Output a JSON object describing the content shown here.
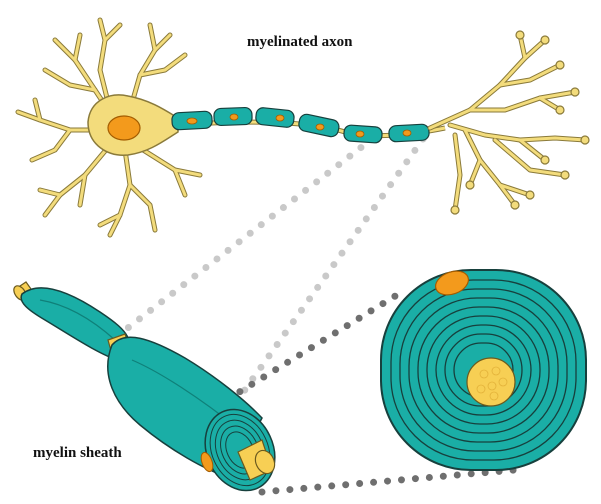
{
  "labels": {
    "title": "myelinated axon",
    "sheath": "myelin sheath"
  },
  "colors": {
    "dendrite": "#f3dc7c",
    "dendrite_stroke": "#8a7a3a",
    "nucleus": "#f39a1c",
    "myelin": "#1aaea6",
    "myelin_dark": "#0f8079",
    "myelin_stroke": "#17403d",
    "axon_core": "#f7cf54",
    "dots_light": "#c9c9c9",
    "dots_dark": "#6f6f6f"
  },
  "icons": {
    "neuron": "neuron-illustration",
    "sheath_cylinder": "myelin-sheath-cylinder",
    "cross_section": "myelin-cross-section"
  }
}
